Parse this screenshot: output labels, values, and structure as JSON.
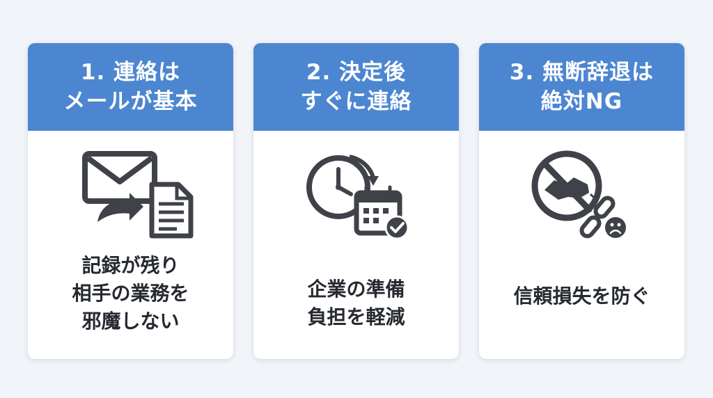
{
  "cards": [
    {
      "title_lines": [
        "1. 連絡は",
        "メールが基本"
      ],
      "body_lines": [
        "記録が残り",
        "相手の業務を",
        "邪魔しない"
      ],
      "icons": [
        "envelope-icon",
        "arrow-right-icon",
        "document-icon"
      ]
    },
    {
      "title_lines": [
        "2. 決定後",
        "すぐに連絡"
      ],
      "body_lines": [
        "企業の準備",
        "負担を軽減"
      ],
      "icons": [
        "clock-icon",
        "calendar-check-icon"
      ]
    },
    {
      "title_lines": [
        "3. 無断辞退は",
        "絶対NG"
      ],
      "body_lines": [
        "信頼損失を防ぐ"
      ],
      "icons": [
        "no-handshake-icon",
        "broken-chain-icon",
        "sad-face-icon"
      ]
    }
  ],
  "colors": {
    "header": "#4d86d0",
    "icon": "#3f4248",
    "body_text": "#262a30",
    "background": "#f1f4f8"
  }
}
